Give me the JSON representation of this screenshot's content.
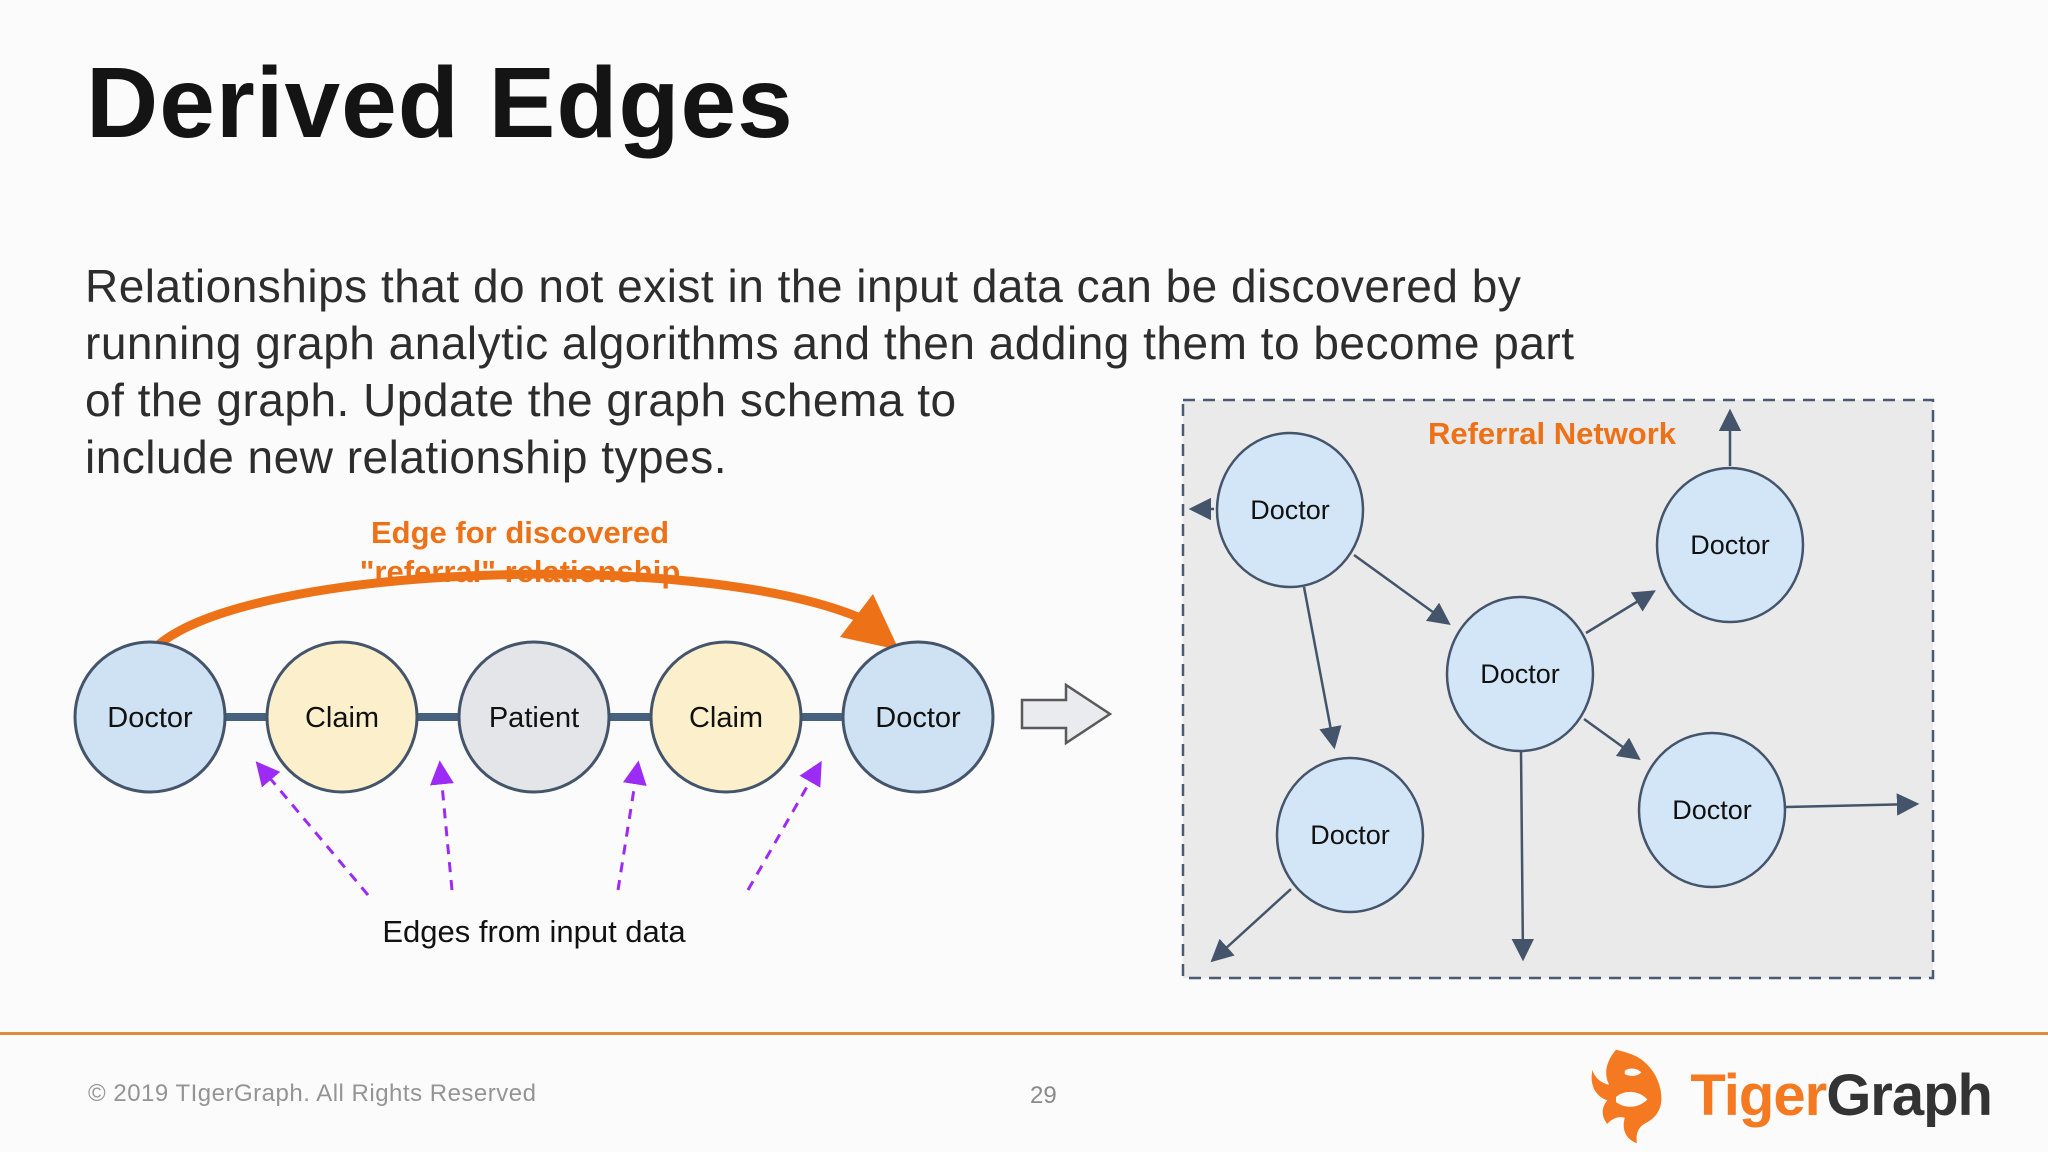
{
  "slide": {
    "title": "Derived Edges",
    "body_lines": [
      "Relationships that do not exist in the input data can be discovered by",
      "running graph analytic algorithms and then adding them to become part",
      "of the graph. Update the graph schema to",
      "include new relationship types."
    ]
  },
  "chain_diagram": {
    "edge_label_line1": "Edge for discovered",
    "edge_label_line2": "\"referral\" relationship",
    "nodes": [
      "Doctor",
      "Claim",
      "Patient",
      "Claim",
      "Doctor"
    ],
    "caption": "Edges from input data"
  },
  "network_diagram": {
    "title": "Referral Network",
    "nodes": [
      "Doctor",
      "Doctor",
      "Doctor",
      "Doctor",
      "Doctor"
    ]
  },
  "footer": {
    "copyright": "© 2019 TIgerGraph. All Rights Reserved",
    "page_number": "29",
    "logo_text_orange": "Tiger",
    "logo_text_dark": "Graph"
  },
  "colors": {
    "diagram_orange": "#ED7117",
    "footer_rule_orange": "#DC8C3A",
    "purple_arrow": "#9C2BF5",
    "slate_stroke": "#44546A",
    "doctor_node_fill": "#CFE2F3",
    "claim_node_fill": "#FCF0CC",
    "patient_node_fill": "#E3E5E8",
    "network_node_fill": "#D3E6F7",
    "network_box_fill": "#EAEAEA",
    "logo_orange": "#F47920"
  }
}
